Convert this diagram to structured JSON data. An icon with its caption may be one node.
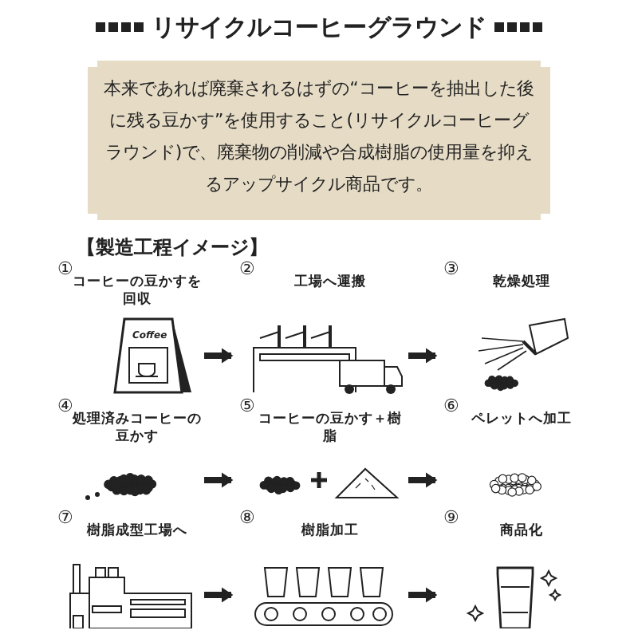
{
  "diagram": {
    "title": "リサイクルコーヒーグラウンド",
    "nodes": [
      {
        "text": [
          "本来であれば廃棄されるはずの“コーヒーを抽出した後に残る豆かす”を使用すること(リサイクルコーヒーグラウンド)で、廃棄物の削減や合成樹脂の使用量を抑えるアップサイクル商品です。"
        ]
      },
      {
        "text": [
          "①",
          "コーヒーの豆かすを回収"
        ]
      },
      {
        "text": [
          "②",
          "工場へ運搬"
        ]
      },
      {
        "text": [
          "③",
          "乾燥処理"
        ]
      },
      {
        "text": [
          "④",
          "処理済みコーヒーの豆かす"
        ]
      },
      {
        "text": [
          "⑤",
          "コーヒーの豆かす＋樹脂"
        ]
      },
      {
        "text": [
          "⑥",
          "ペレットへ加工"
        ]
      },
      {
        "text": [
          "⑦",
          "樹脂成型工場へ"
        ]
      },
      {
        "text": [
          "⑧",
          "樹脂加工"
        ]
      },
      {
        "text": [
          "⑨",
          "商品化"
        ]
      }
    ],
    "edges": [
      {
        "from": 1,
        "to": 2,
        "arrow": "to"
      },
      {
        "from": 2,
        "to": 3,
        "arrow": "to"
      },
      {
        "from": 4,
        "to": 5,
        "arrow": "to"
      },
      {
        "from": 5,
        "to": 6,
        "arrow": "to"
      },
      {
        "from": 7,
        "to": 8,
        "arrow": "to"
      },
      {
        "from": 8,
        "to": 9,
        "arrow": "to"
      }
    ],
    "labels": [
      "【製造工程イメージ】",
      "Coffee"
    ]
  }
}
